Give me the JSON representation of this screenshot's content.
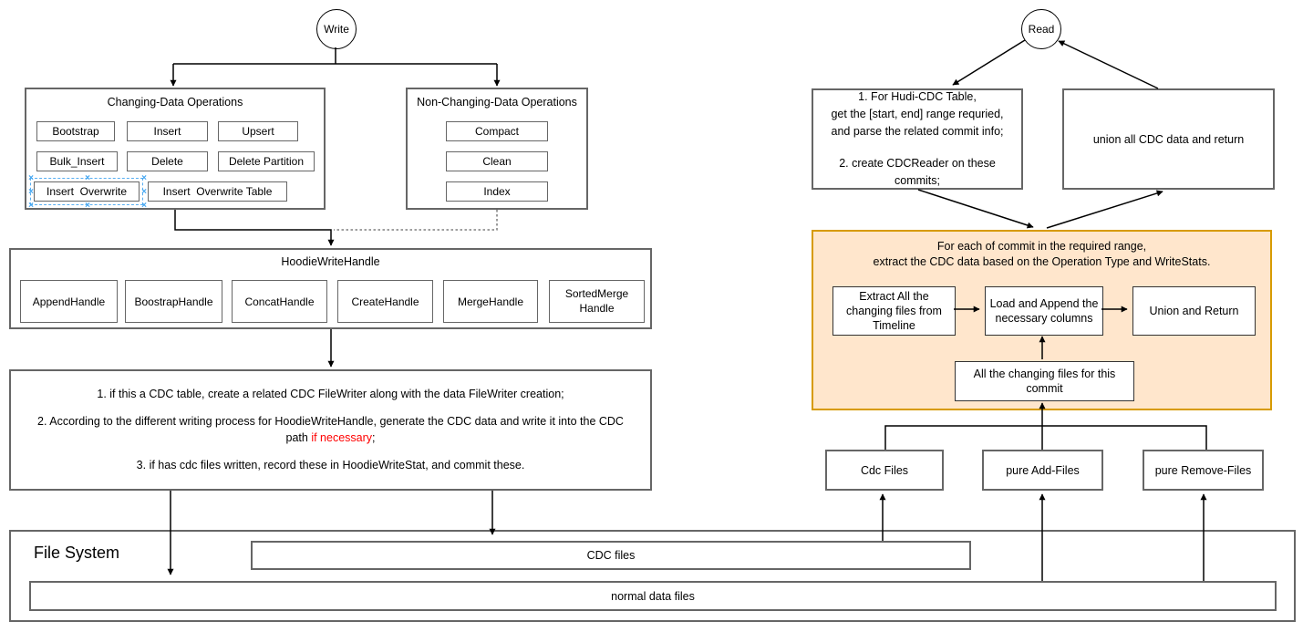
{
  "colors": {
    "box_border": "#666666",
    "connector": "#000000",
    "orange_fill": "#ffe6cc",
    "orange_border": "#d79b00",
    "highlight_red": "#ff0000",
    "selection_blue": "#45a7f2"
  },
  "icons": {
    "selection_handle": "×"
  },
  "write": {
    "entry_label": "Write",
    "changing_ops": {
      "title": "Changing-Data Operations",
      "buttons": [
        "Bootstrap",
        "Insert",
        "Upsert",
        "Bulk_Insert",
        "Delete",
        "Delete Partition",
        "Insert  Overwrite",
        "Insert  Overwrite Table"
      ]
    },
    "non_changing_ops": {
      "title": "Non-Changing-Data Operations",
      "buttons": [
        "Compact",
        "Clean",
        "Index"
      ]
    },
    "write_handle": {
      "title": "HoodieWriteHandle",
      "handles": [
        "AppendHandle",
        "BoostrapHandle",
        "ConcatHandle",
        "CreateHandle",
        "MergeHandle",
        "SortedMerge Handle"
      ]
    },
    "cdc_steps": {
      "step1": "1. if this a CDC table, create a related CDC FileWriter along with the data FileWriter creation;",
      "step2_line1": "2. According to the different writing process for HoodieWriteHandle, generate the CDC data and write it into the CDC",
      "step2_line2_prefix": "path ",
      "step2_line2_highlight": "if necessary",
      "step2_line2_suffix": ";",
      "step3": "3. if has cdc files written, record these in HoodieWriteStat, and commit these."
    }
  },
  "read": {
    "entry_label": "Read",
    "plan_box": {
      "l1": "1. For Hudi-CDC Table,",
      "l2": "get the [start, end] range requried,",
      "l3": "and parse the related commit info;",
      "l4": "2. create CDCReader on these",
      "l5": "commits;"
    },
    "union_all_box": "union all CDC data and return",
    "per_commit": {
      "title_line1": "For each of commit in the required range,",
      "title_line2": "extract the CDC data based on the Operation Type and WriteStats.",
      "extract_box": "Extract All the changing files from Timeline",
      "load_box": "Load and Append the necessary columns",
      "union_box": "Union and Return",
      "changing_files_box": "All the changing files for this commit"
    },
    "file_groups": [
      "Cdc Files",
      "pure Add-Files",
      "pure Remove-Files"
    ]
  },
  "file_system": {
    "title": "File System",
    "cdc_bar": "CDC files",
    "normal_bar": "normal data files"
  }
}
